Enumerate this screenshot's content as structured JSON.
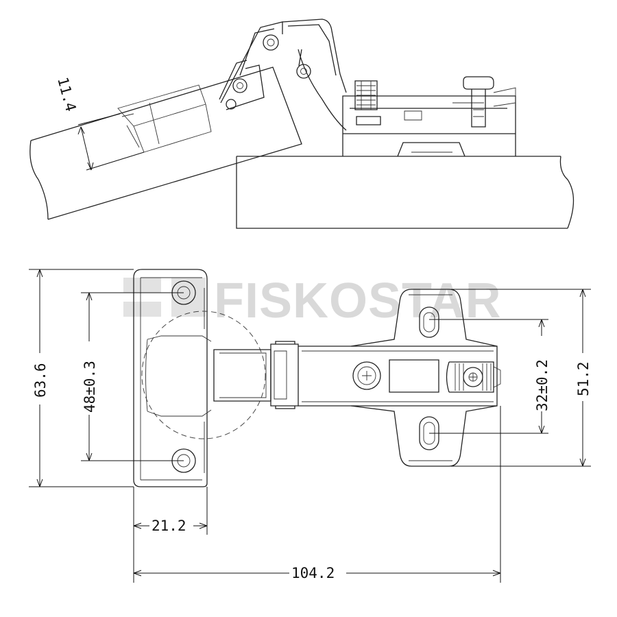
{
  "watermark": {
    "brand": "FISKOSTAR"
  },
  "dimensions": {
    "cup_depth": "11.4",
    "overall_height": "63.6",
    "cup_hole_spacing": "48±0.3",
    "cup_offset": "21.2",
    "overall_length": "104.2",
    "plate_slot_spacing": "32±0.2",
    "plate_height": "51.2"
  },
  "colors": {
    "line": "#222222",
    "watermark": "#d9d9d9"
  }
}
